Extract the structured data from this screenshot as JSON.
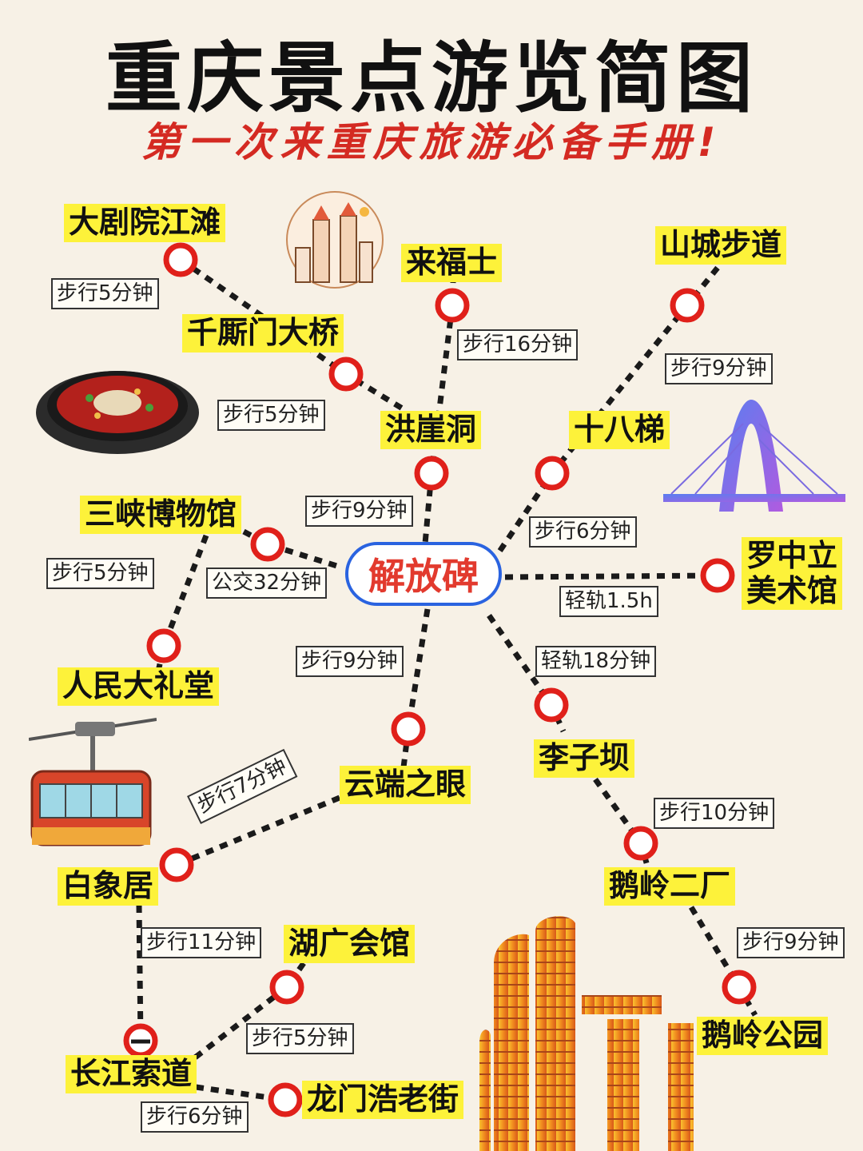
{
  "header": {
    "title": "重庆景点游览简图",
    "subtitle": "第一次来重庆旅游必备手册!"
  },
  "hub": {
    "name": "解放碑"
  },
  "places": {
    "grand_theatre": "大剧院江滩",
    "qiansimen": "千厮门大桥",
    "laifushi": "来福士",
    "mountain_trail": "山城步道",
    "hongyadong": "洪崖洞",
    "eighteen_steps": "十八梯",
    "three_gorges_museum": "三峡博物馆",
    "luo_zhongli": "罗中立\n美术馆",
    "peoples_hall": "人民大礼堂",
    "lizi_ba": "李子坝",
    "cloud_eye": "云端之眼",
    "eling_factory": "鹅岭二厂",
    "baixiangju": "白象居",
    "huguang_hall": "湖广会馆",
    "eling_park": "鹅岭公园",
    "cable_car": "长江索道",
    "longmenhao": "龙门浩老街"
  },
  "routes": {
    "grand_theatre_qiansimen": "步行5分钟",
    "laifushi_hongyadong": "步行16分钟",
    "mountain_trail_eighteen": "步行9分钟",
    "qiansimen_hongyadong": "步行5分钟",
    "hongyadong_hub": "步行9分钟",
    "eighteen_hub": "步行6分钟",
    "museum_hall": "步行5分钟",
    "museum_hub": "公交32分钟",
    "hub_luo": "轻轨1.5h",
    "hub_cloud": "步行9分钟",
    "hub_lizi": "轻轨18分钟",
    "cloud_baixiang": "步行7分钟",
    "lizi_eling": "步行10分钟",
    "baixiang_cable": "步行11分钟",
    "eling_park": "步行9分钟",
    "huguang_cable": "步行5分钟",
    "cable_longmen": "步行6分钟"
  },
  "colors": {
    "background": "#f7f1e6",
    "highlight": "#fdf23a",
    "station_ring": "#e0201a",
    "hub_border": "#2a63e0",
    "hub_text": "#e23a2e",
    "subtitle": "#d42a22"
  },
  "icons": [
    "skyline-icon",
    "hotpot-icon",
    "bridge-icon",
    "cable-car-icon",
    "towers-icon"
  ]
}
